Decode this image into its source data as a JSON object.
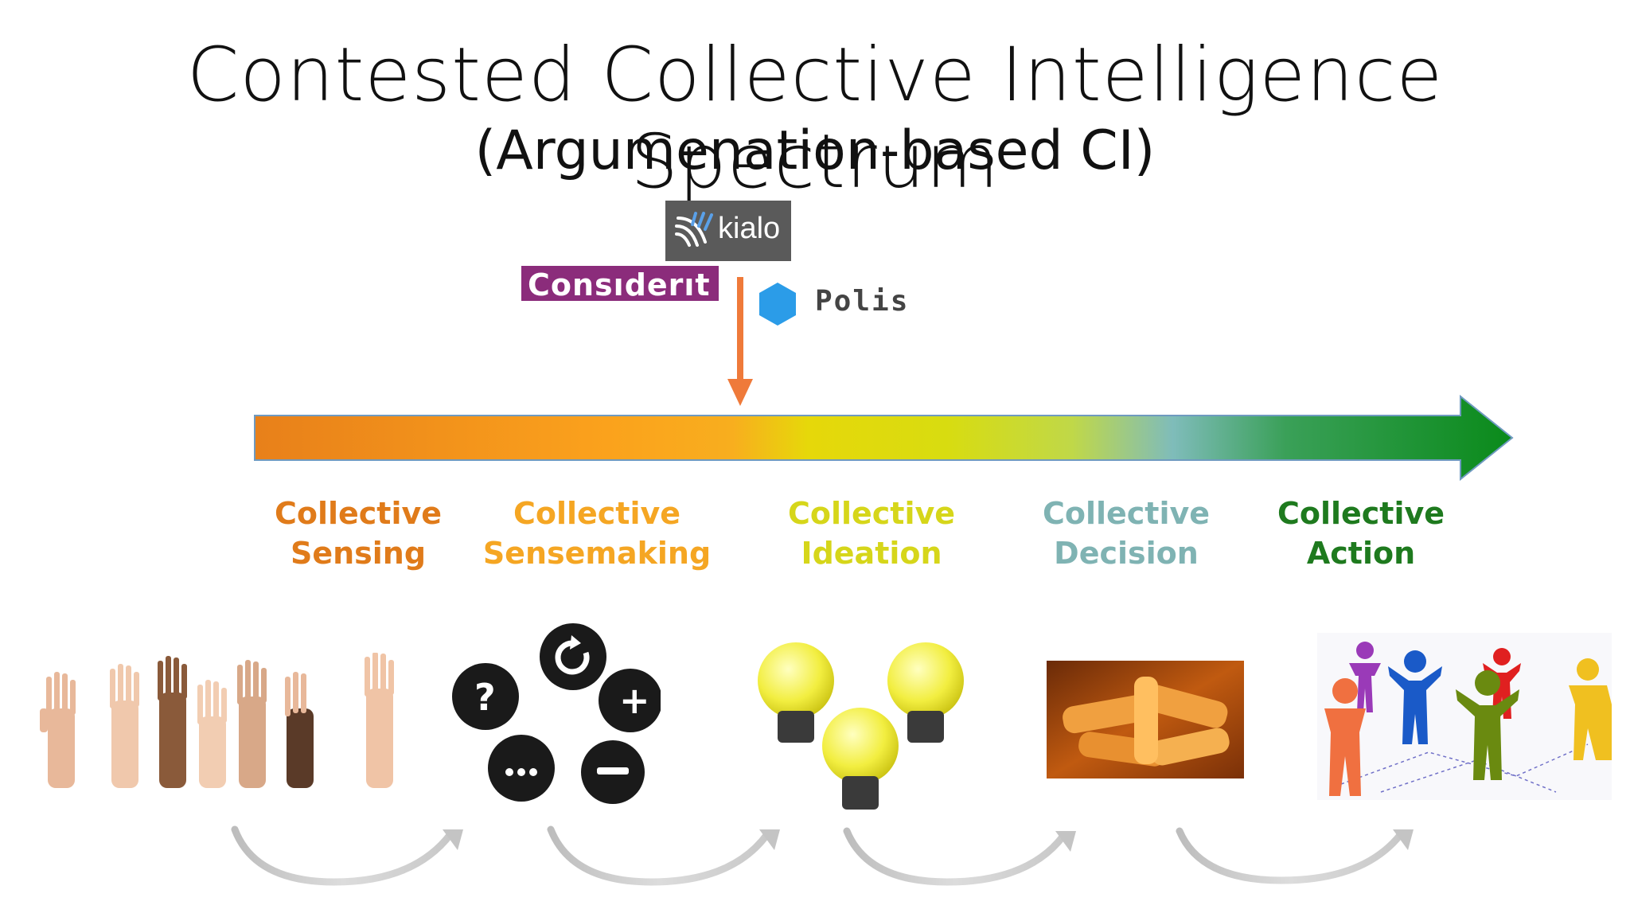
{
  "title": "Contested Collective Intelligence Spectrum",
  "subtitle": "(Argumenation-based CI)",
  "logos": {
    "kialo": "kialo",
    "considerit": "Consıderıt",
    "polis": "Polis"
  },
  "stages": [
    {
      "line1": "Collective",
      "line2": "Sensing",
      "color": "#e07b1a"
    },
    {
      "line1": "Collective",
      "line2": "Sensemaking",
      "color": "#f5a623"
    },
    {
      "line1": "Collective",
      "line2": "Ideation",
      "color": "#d6d61a"
    },
    {
      "line1": "Collective",
      "line2": "Decision",
      "color": "#7fb3b3"
    },
    {
      "line1": "Collective",
      "line2": "Action",
      "color": "#1e7a1e"
    }
  ],
  "colors": {
    "arrow_start": "#e8801a",
    "arrow_mid": "#e0dc00",
    "arrow_end": "#0a8a1a",
    "pointer": "#ef7a3a",
    "polis_hex": "#2b9ce8"
  },
  "icons": [
    "raised-hands-image",
    "thinking-heads-icon",
    "lightbulbs-icon",
    "joined-hands-image",
    "people-network-image"
  ]
}
